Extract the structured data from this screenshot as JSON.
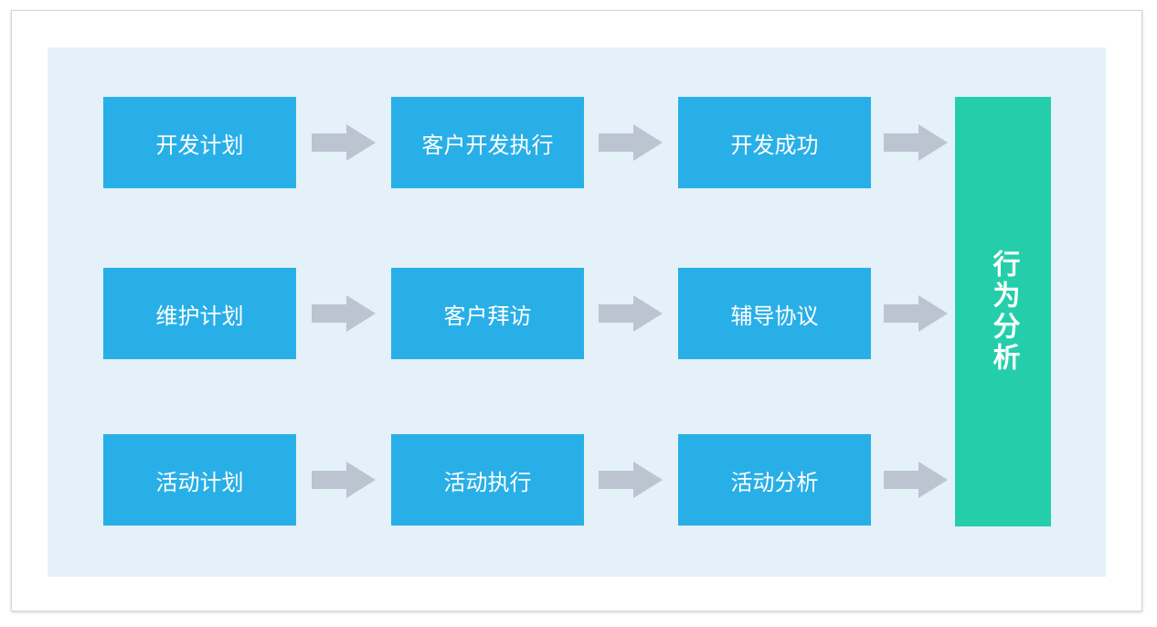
{
  "diagram": {
    "rows": [
      {
        "steps": [
          "开发计划",
          "客户开发执行",
          "开发成功"
        ]
      },
      {
        "steps": [
          "维护计划",
          "客户拜访",
          "辅导协议"
        ]
      },
      {
        "steps": [
          "活动计划",
          "活动执行",
          "活动分析"
        ]
      }
    ],
    "target": "行为分析"
  },
  "colors": {
    "frame_bg": "#ffffff",
    "panel_bg": "#e4f1f9",
    "step_box": "#29afe7",
    "target_box": "#25ceaa",
    "arrow": "#bcc4d1",
    "text": "#ffffff"
  },
  "icons": {
    "arrow": "right-arrow-icon"
  }
}
